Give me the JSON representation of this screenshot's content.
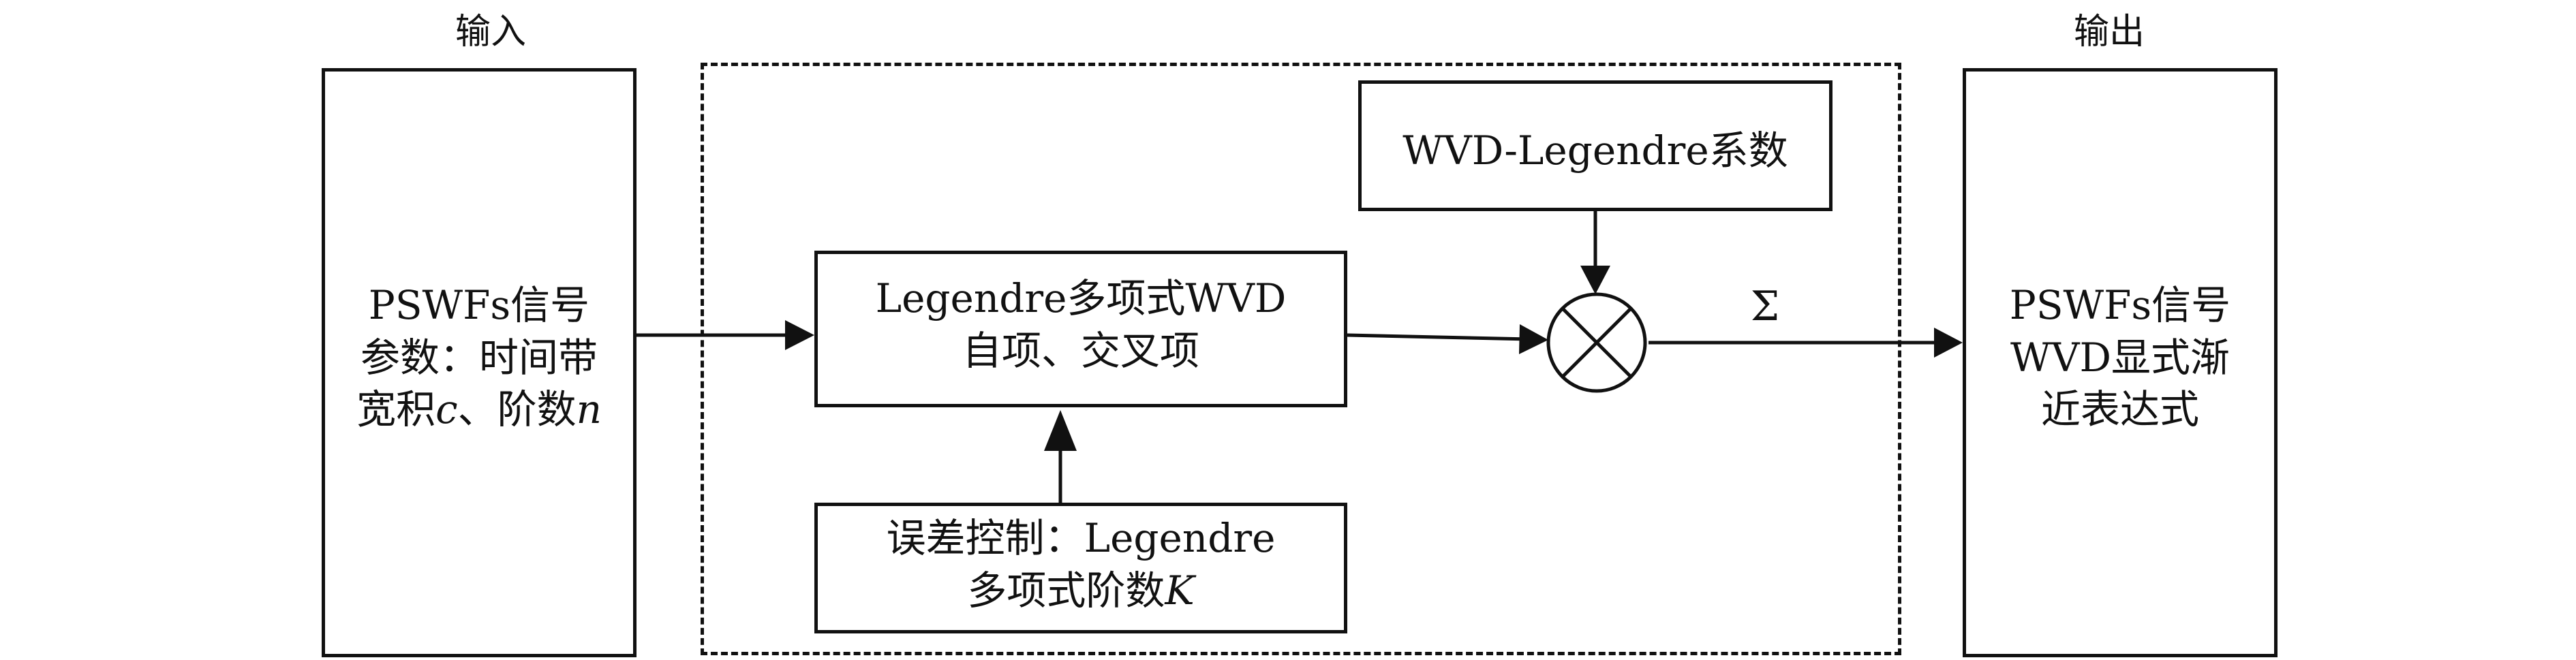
{
  "input_title": "输入",
  "output_title": "输出",
  "input_box": {
    "line1": "PSWFs信号",
    "line2": "参数：时间带",
    "line3_prefix": "宽积",
    "line3_var": "c",
    "line3_mid": "、阶数",
    "line3_var2": "n"
  },
  "wvd_poly_box": {
    "line1": "Legendre多项式WVD",
    "line2": "自项、交叉项"
  },
  "coef_box": {
    "line1": "WVD-Legendre系数"
  },
  "error_box": {
    "line1": "误差控制：Legendre",
    "line2_prefix": "多项式阶数",
    "line2_var": "K"
  },
  "sum_label": "Σ",
  "output_box": {
    "line1": "PSWFs信号",
    "line2": "WVD显式渐",
    "line3": "近表达式"
  },
  "colors": {
    "stroke": "#111111",
    "background": "#ffffff"
  }
}
